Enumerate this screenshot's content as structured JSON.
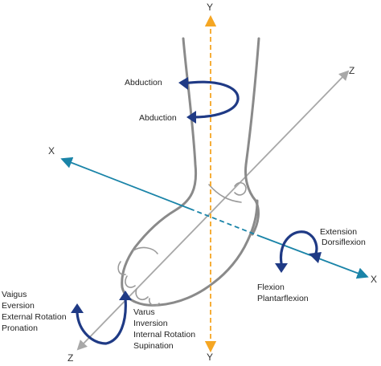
{
  "axes": {
    "y_top": "Y",
    "y_bottom": "Y",
    "x_left": "X",
    "x_right": "X",
    "z_top": "Z",
    "z_bottom": "Z"
  },
  "labels": {
    "abduction_1": "Abduction",
    "abduction_2": "Abduction",
    "extension": "Extension",
    "dorsiflexion": "Dorsiflexion",
    "flexion": "Flexion",
    "plantarflexion": "Plantarflexion",
    "vaigus": "Vaigus",
    "eversion": "Eversion",
    "external_rotation": "External Rotation",
    "pronation": "Pronation",
    "varus": "Varus",
    "inversion": "Inversion",
    "internal_rotation": "Internal Rotation",
    "supination": "Supination"
  },
  "colors": {
    "y_axis": "#f5a623",
    "x_axis": "#1a84a8",
    "z_axis": "#a8a8a8",
    "rotation_arrows": "#1f3a85",
    "foot_outline": "#8a8a8a"
  }
}
